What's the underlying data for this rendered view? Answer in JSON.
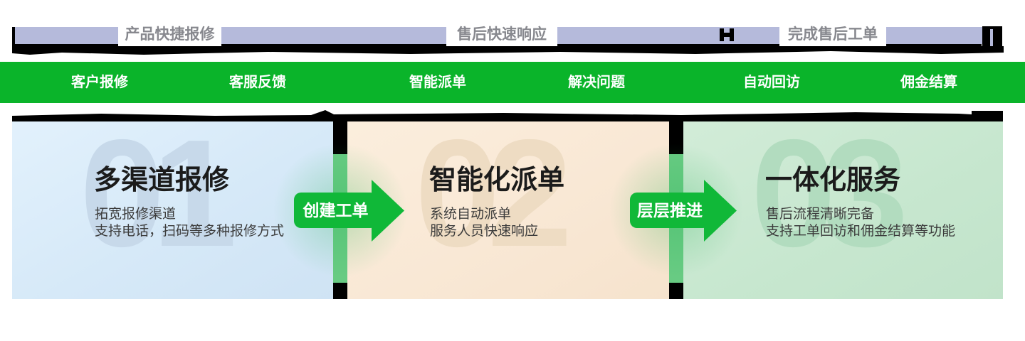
{
  "colors": {
    "bar_green": "#0ab42a",
    "arrow_green": "#10b838",
    "strip_green": "#68cb83",
    "bracket_lavender": "#b5badb",
    "label_gray": "#87888e",
    "shadow_black": "#000000",
    "card1_bg": "#d6e9f8",
    "card1_num": "#c7d9ea",
    "card2_bg": "#f9e8d5",
    "card2_num": "#eedcc3",
    "card3_bg": "#c7e7cf",
    "card3_num": "#b2dcbf",
    "title_black": "#1b1b1b",
    "desc_gray": "#3c3c3c"
  },
  "brackets": {
    "labels": [
      {
        "text": "产品快捷报修"
      },
      {
        "text": "售后快速响应"
      },
      {
        "text": "完成售后工单"
      }
    ]
  },
  "process_bar": {
    "steps": [
      "客户报修",
      "客服反馈",
      "智能派单",
      "解决问题",
      "自动回访",
      "佣金结算"
    ]
  },
  "cards": [
    {
      "number": "01",
      "title": "多渠道报修",
      "desc_line1": "拓宽报修渠道",
      "desc_line2": "支持电话，扫码等多种报修方式"
    },
    {
      "number": "02",
      "title": "智能化派单",
      "desc_line1": "系统自动派单",
      "desc_line2": "服务人员快速响应"
    },
    {
      "number": "03",
      "title": "一体化服务",
      "desc_line1": "售后流程清晰完备",
      "desc_line2": "支持工单回访和佣金结算等功能"
    }
  ],
  "arrows": [
    {
      "label": "创建工单"
    },
    {
      "label": "层层推进"
    }
  ]
}
